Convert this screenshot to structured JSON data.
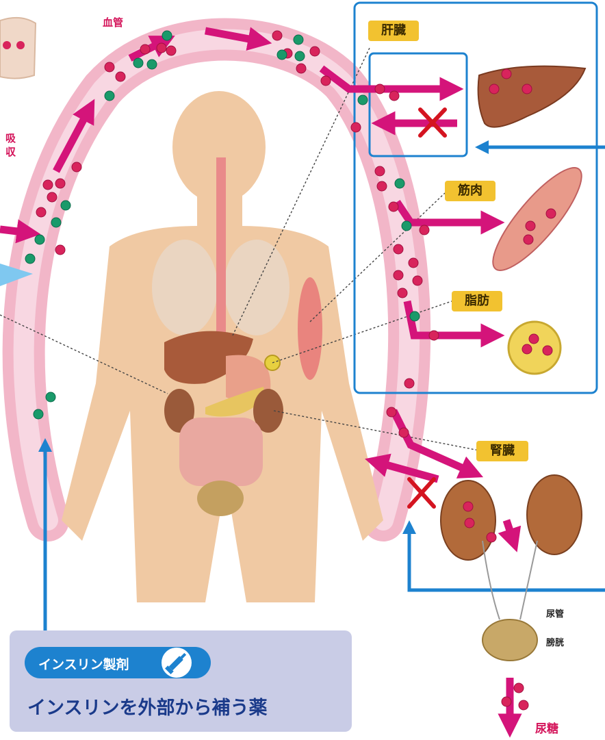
{
  "labels": {
    "blood_vessel": "血管",
    "absorption": "吸収",
    "liver": "肝臓",
    "muscle": "筋肉",
    "fat": "脂肪",
    "kidney": "腎臓",
    "ureter": "尿管",
    "bladder": "膀胱",
    "urinary_sugar": "尿糖"
  },
  "drug": {
    "pill_label": "インスリン製剤",
    "description": "インスリンを外部から補う薬"
  },
  "colors": {
    "vessel": "#f2b6c8",
    "glucose": "#d8245c",
    "insulin": "#1a9a6a",
    "arrow_magenta": "#d4147a",
    "blue": "#1d82cf",
    "skin": "#f0c9a3",
    "liver": "#a85a3a",
    "tag": "#f2c230"
  }
}
